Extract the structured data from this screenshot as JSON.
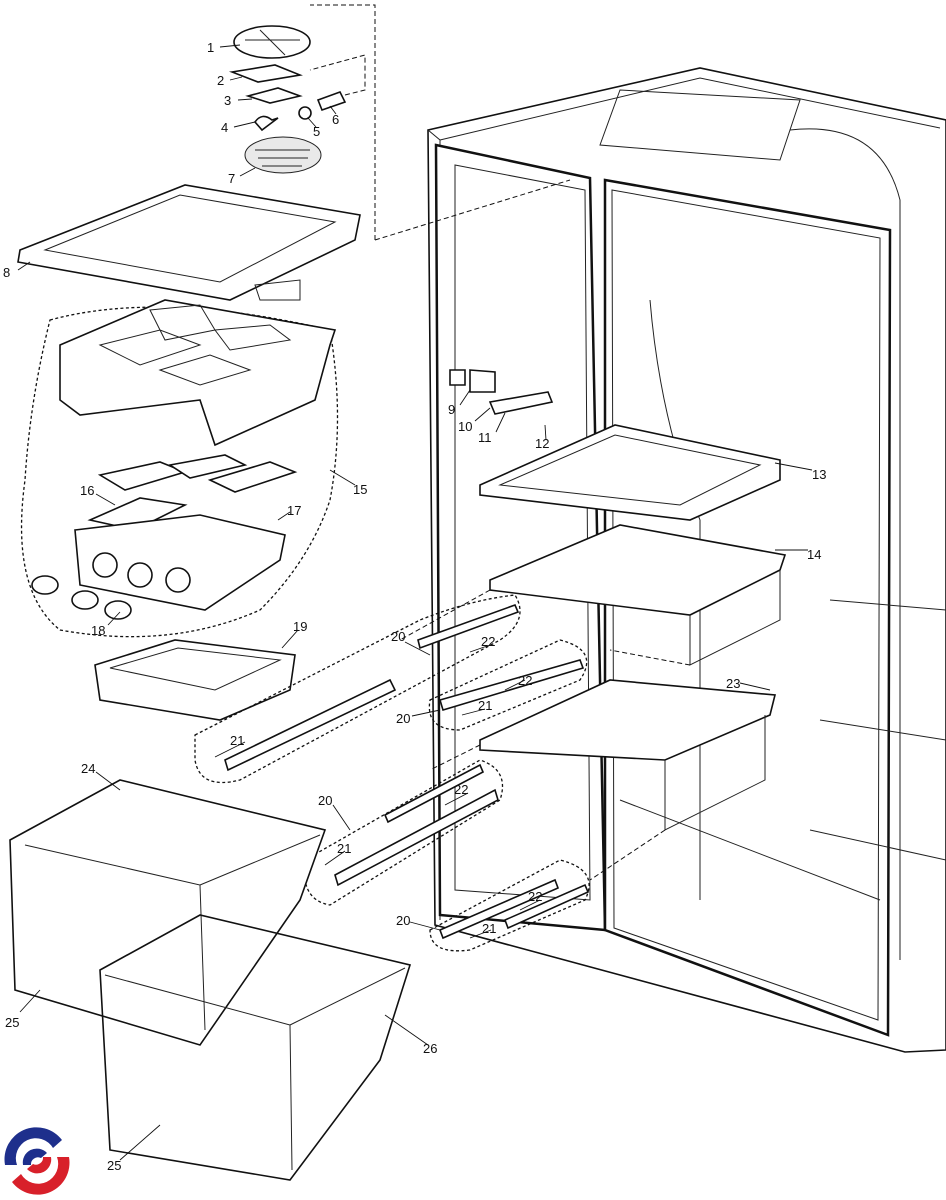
{
  "diagram": {
    "title": "Refrigerator compartment exploded parts view",
    "callouts": [
      {
        "id": "c1",
        "text": "1"
      },
      {
        "id": "c2",
        "text": "2"
      },
      {
        "id": "c3",
        "text": "3"
      },
      {
        "id": "c4",
        "text": "4"
      },
      {
        "id": "c5",
        "text": "5"
      },
      {
        "id": "c6",
        "text": "6"
      },
      {
        "id": "c7",
        "text": "7"
      },
      {
        "id": "c8",
        "text": "8"
      },
      {
        "id": "c9",
        "text": "9"
      },
      {
        "id": "c10",
        "text": "10"
      },
      {
        "id": "c11",
        "text": "11"
      },
      {
        "id": "c12",
        "text": "12"
      },
      {
        "id": "c13",
        "text": "13"
      },
      {
        "id": "c14",
        "text": "14"
      },
      {
        "id": "c15",
        "text": "15"
      },
      {
        "id": "c16",
        "text": "16"
      },
      {
        "id": "c17",
        "text": "17"
      },
      {
        "id": "c18",
        "text": "18"
      },
      {
        "id": "c19",
        "text": "19"
      },
      {
        "id": "c20a",
        "text": "20"
      },
      {
        "id": "c22a",
        "text": "22"
      },
      {
        "id": "c22b",
        "text": "22"
      },
      {
        "id": "c20b",
        "text": "20"
      },
      {
        "id": "c21a",
        "text": "21"
      },
      {
        "id": "c21b",
        "text": "21"
      },
      {
        "id": "c23",
        "text": "23"
      },
      {
        "id": "c24",
        "text": "24"
      },
      {
        "id": "c20c",
        "text": "20"
      },
      {
        "id": "c22c",
        "text": "22"
      },
      {
        "id": "c21c",
        "text": "21"
      },
      {
        "id": "c20d",
        "text": "20"
      },
      {
        "id": "c22d",
        "text": "22"
      },
      {
        "id": "c21d",
        "text": "21"
      },
      {
        "id": "c25a",
        "text": "25"
      },
      {
        "id": "c26",
        "text": "26"
      },
      {
        "id": "c25b",
        "text": "25"
      }
    ]
  },
  "logo": {
    "name": "brand-logo",
    "colors": {
      "blue": "#1e2f8c",
      "red": "#d8202a"
    }
  }
}
